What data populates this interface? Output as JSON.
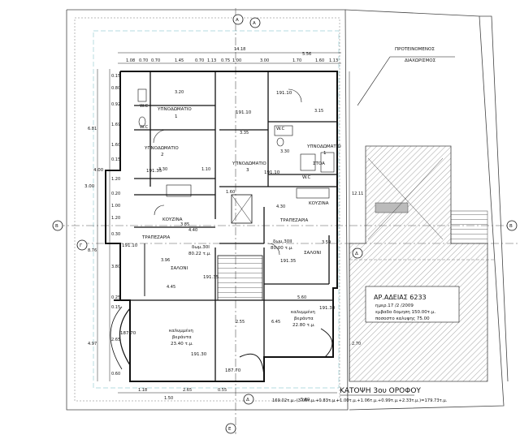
{
  "dimensions": {
    "top_overall": "14.18",
    "top_right": "5.56",
    "top_row": [
      "1.08",
      "0.70",
      "0.70",
      "1.45",
      "0.70",
      "1.13",
      "0.75",
      "1.00",
      "3.00",
      "1.70",
      "1.60",
      "1.13"
    ],
    "left_col": [
      "0.15",
      "0.80",
      "0.92",
      "1.69",
      "1.60",
      "0.15",
      "1.20",
      "0.20",
      "1.00",
      "1.20",
      "0.30",
      "3.80",
      "0.25",
      "0.15",
      "2.65",
      "0.60"
    ],
    "left_big": [
      "6.81",
      "8.76",
      "4.97"
    ],
    "left_offsets": [
      "4.00",
      "3.00"
    ],
    "right_col": [
      "12.11",
      "2.70"
    ],
    "bottom_row": [
      "1.18",
      "2.65",
      "0.55"
    ],
    "bottom_overall": "5.60",
    "bottom_left": "1.50",
    "inner": [
      "3.20",
      "3.30",
      "3.35",
      "3.15",
      "3.30",
      "1.10",
      "4.30",
      "3.85",
      "4.40",
      "3.59",
      "4.45",
      "5.60",
      "2.55",
      "6.45",
      "3.96",
      "1.60"
    ]
  },
  "rooms": {
    "bedroom1_left": "ΥΠΝΟΔΩΜΑΤΙΟ",
    "bedroom1_left_num": "1",
    "bedroom2": "ΥΠΝΟΔΩΜΑΤΙΟ",
    "bedroom2_num": "2",
    "bedroom3": "ΥΠΝΟΔΩΜΑΤΙΟ",
    "bedroom3_num": "3",
    "bedroom1_right": "ΥΠΝΟΔΩΜΑΤΙΟ",
    "bedroom1_right_num": "1",
    "wc_top": "W.C",
    "wc_mid": "W.C",
    "wc_right": "W.C",
    "wc_right2": "W.C",
    "stoa": "ΣΤΟΑ",
    "kitchen_left": "ΚΟΥΖΙΝΑ",
    "kitchen_right": "ΚΟΥΖΙΝΑ",
    "dining_left": "ΤΡΑΠΕΖΑΡΙΑ",
    "dining_right": "ΤΡΑΠΕΖΑΡΙΑ",
    "living_left": "ΣΑΛΟΝΙ",
    "living_right": "ΣΑΛΟΝΙ",
    "area_left_name": "δωμ.30Ι",
    "area_left_val": "80.22 τ.μ.",
    "area_right_name": "δωμ.30ΙΙ",
    "area_right_val": "80.00 τ.μ.",
    "veranda_left_1": "καλυμμένη",
    "veranda_left_2": "βεράντα",
    "veranda_left_3": "23.40 τ.μ.",
    "veranda_right_1": "καλυμμένη",
    "veranda_right_2": "βεράντα",
    "veranda_right_3": "22.80 τ.μ."
  },
  "levels": [
    "191.10",
    "191.10",
    "191.10",
    "191.10",
    "191.35",
    "191.35",
    "191.35",
    "191.30",
    "191.30",
    "187.70",
    "187.70"
  ],
  "markers": [
    "Α",
    "Α",
    "Β",
    "Β",
    "Γ",
    "Δ",
    "Δ",
    "Ε"
  ],
  "annotation": {
    "zoning_1": "ΠΡΟΤΕΙΝΟΜΕΝΟΣ",
    "zoning_2": "ΔΙΑΧΩΡΙΣΜΟΣ"
  },
  "permit": {
    "number": "ΑΡ.ΑΔΕΙΑΣ 6233",
    "date": "ημερ.17 /2 /2009",
    "coverage_area": "εμβαδο δομηση 150.00τ.μ.",
    "coverage_pct": "ποσοστο καλυψης 75.00"
  },
  "title": "ΚΑΤΟΨΗ 3ου ΟΡΟΦΟΥ",
  "formula": "169.02τ.μ.-(3.06τ.μ.+0.83τ.μ.+1.00τ.μ.+1.06τ.μ.+0.99τ.μ.+2.33τ.μ.)=179.73τ.μ."
}
